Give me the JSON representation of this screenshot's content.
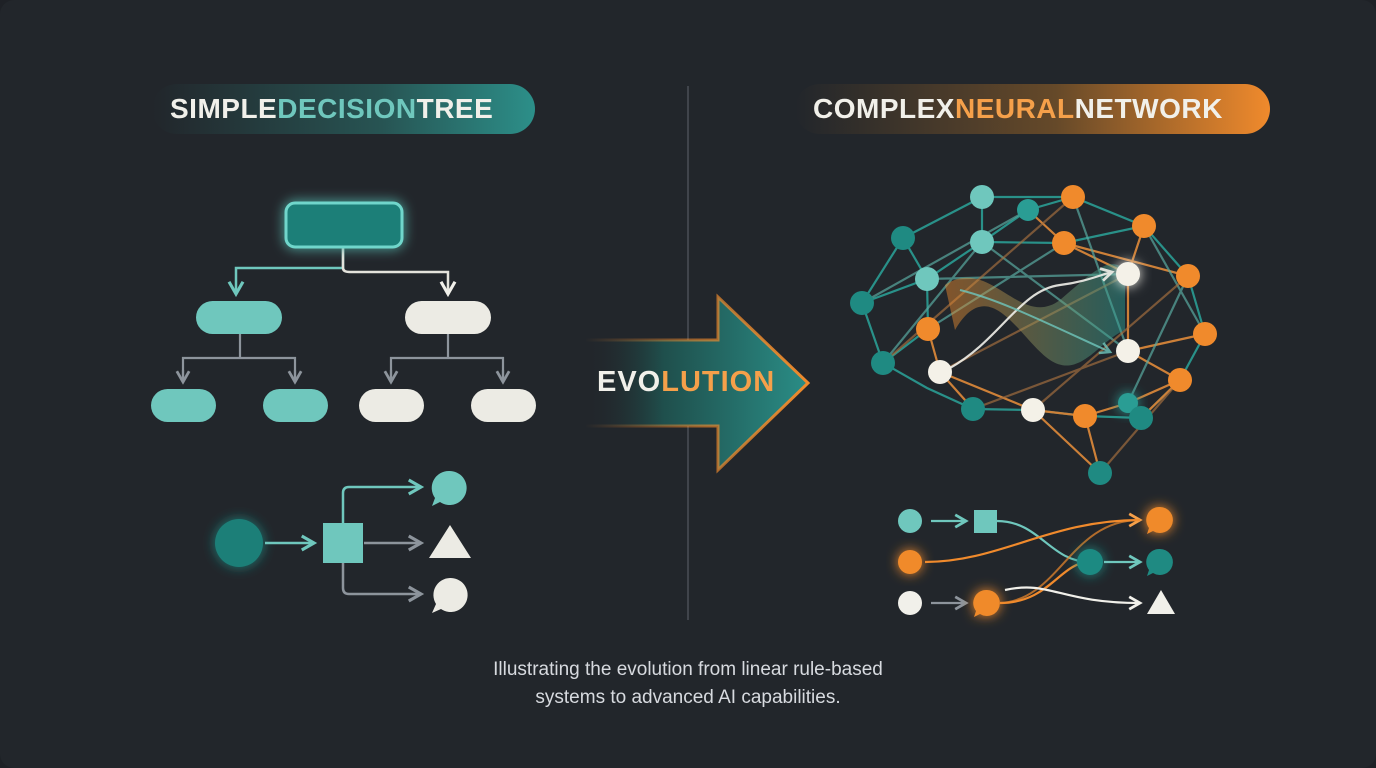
{
  "titles": {
    "left": {
      "part1": "SIMPLE ",
      "part2": "DECISION",
      "part3": " TREE"
    },
    "right": {
      "part1": "COMPLEX ",
      "part2": "NEURAL",
      "part3": " NETWORK"
    }
  },
  "arrow": {
    "part1": "EVO",
    "part2": "LUTION"
  },
  "caption": {
    "line1": "Illustrating the evolution from linear rule-based",
    "line2": "systems to advanced AI capabilities."
  },
  "colors": {
    "background": "#22262b",
    "teal": "#2a9d94",
    "teal_light": "#6fc7bd",
    "cream": "#f1f0ea",
    "orange": "#f5a04a",
    "divider": "#4a4f56"
  }
}
